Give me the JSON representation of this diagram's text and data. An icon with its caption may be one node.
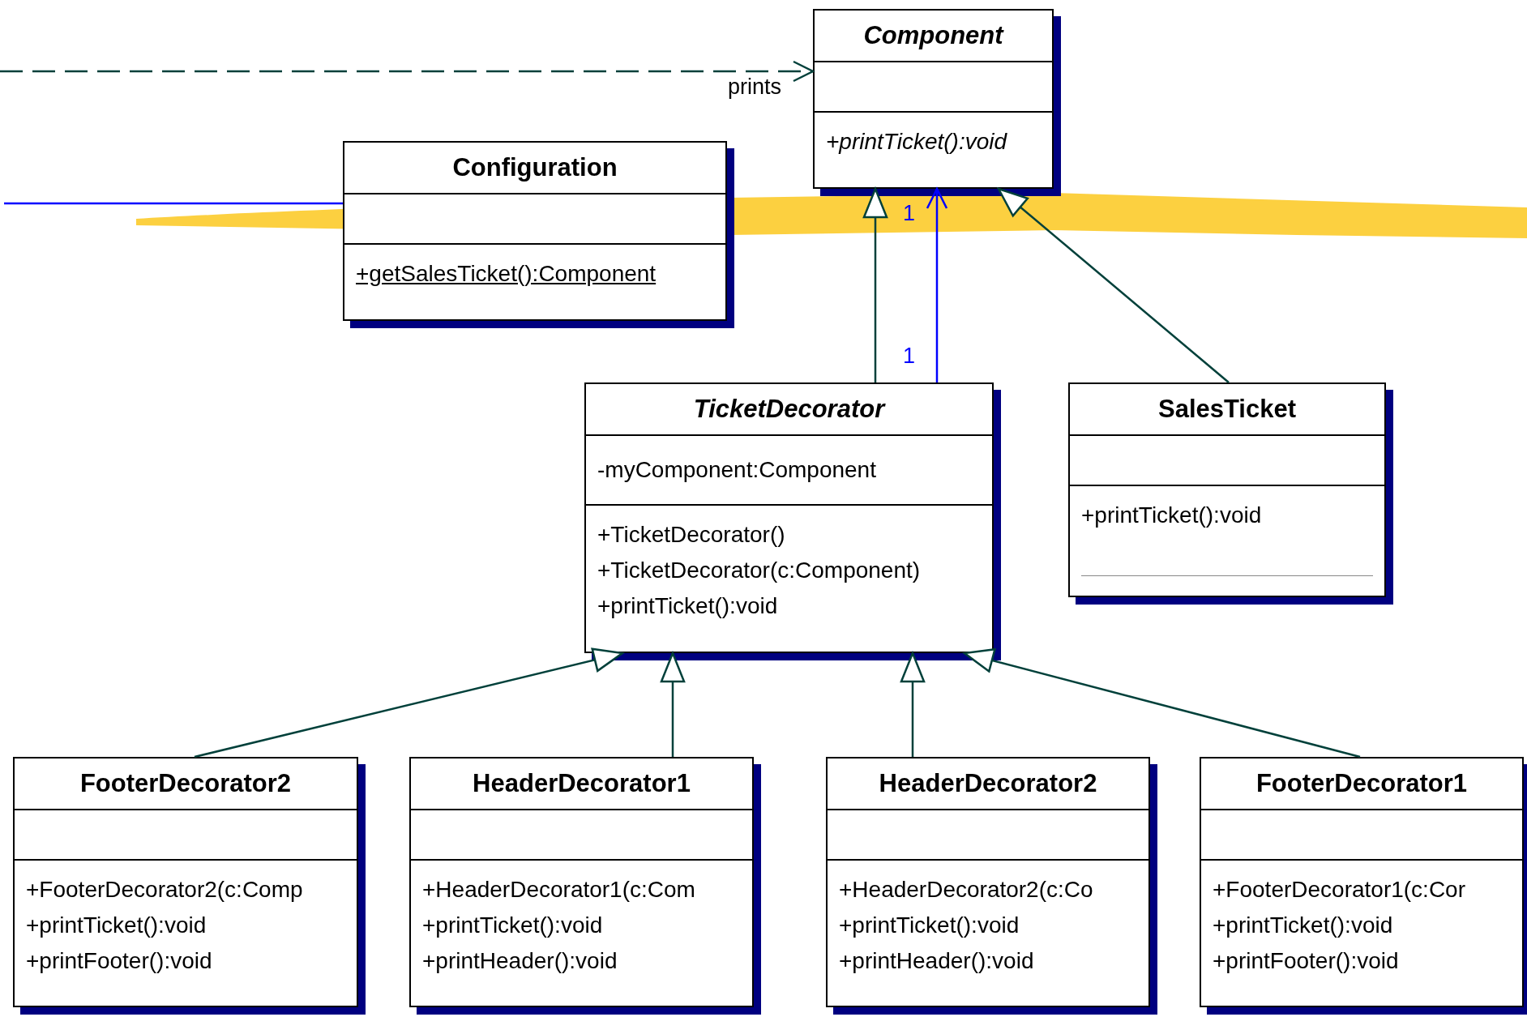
{
  "diagram": {
    "nodes": [
      {
        "text": [
          "Component",
          "+printTicket():void"
        ]
      },
      {
        "text": [
          "Configuration",
          "+getSalesTicket():Component"
        ]
      },
      {
        "text": [
          "TicketDecorator",
          "-myComponent:Component",
          "+TicketDecorator()",
          "+TicketDecorator(c:Component)",
          "+printTicket():void"
        ]
      },
      {
        "text": [
          "SalesTicket",
          "+printTicket():void"
        ]
      },
      {
        "text": [
          "FooterDecorator2",
          "+FooterDecorator2(c:Comp",
          "+printTicket():void",
          "+printFooter():void"
        ]
      },
      {
        "text": [
          "HeaderDecorator1",
          "+HeaderDecorator1(c:Com",
          "+printTicket():void",
          "+printHeader():void"
        ]
      },
      {
        "text": [
          "HeaderDecorator2",
          "+HeaderDecorator2(c:Co",
          "+printTicket():void",
          "+printHeader():void"
        ]
      },
      {
        "text": [
          "FooterDecorator1",
          "+FooterDecorator1(c:Cor",
          "+printTicket():void",
          "+printFooter():void"
        ]
      }
    ],
    "edges": [
      {
        "from": null,
        "to": 0,
        "arrow": "to",
        "style": "dashed",
        "label": "prints"
      },
      {
        "from": null,
        "to": 1,
        "arrow": "none",
        "color": "#0000ff"
      },
      {
        "from": 2,
        "to": 0,
        "arrow": "to"
      },
      {
        "from": 2,
        "to": 0,
        "arrow": "to",
        "color": "#0000ff"
      },
      {
        "from": 3,
        "to": 0,
        "arrow": "to"
      },
      {
        "from": 4,
        "to": 2,
        "arrow": "to"
      },
      {
        "from": 5,
        "to": 2,
        "arrow": "to"
      },
      {
        "from": 6,
        "to": 2,
        "arrow": "to"
      },
      {
        "from": 7,
        "to": 2,
        "arrow": "to"
      }
    ],
    "labels": [
      "1",
      "1"
    ]
  }
}
